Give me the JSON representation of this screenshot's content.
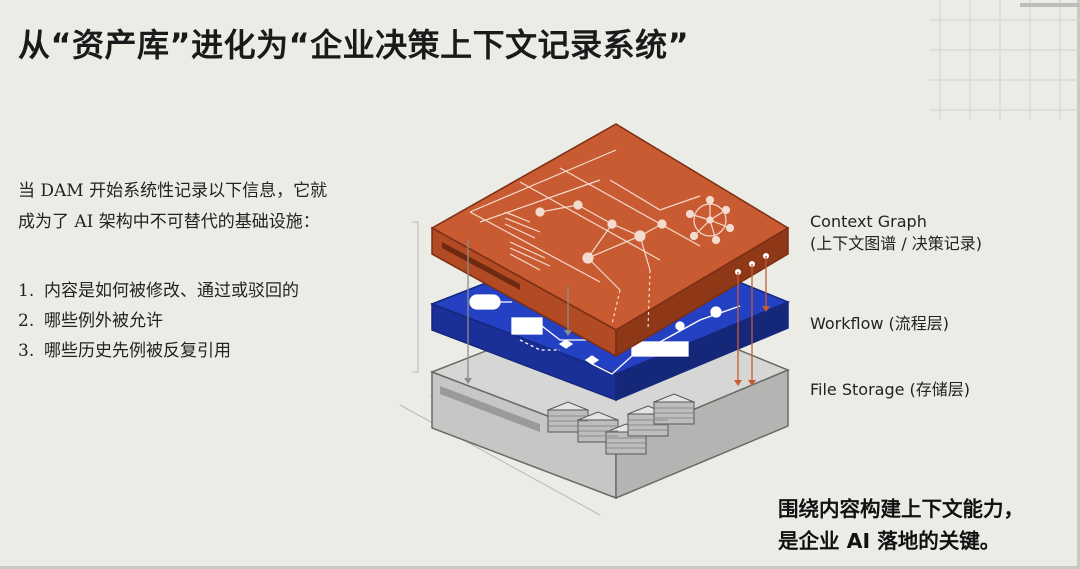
{
  "title": "从“资产库”进化为“企业决策上下文记录系统”",
  "intro": "当 DAM 开始系统性记录以下信息，它就成为了 AI 架构中不可替代的基础设施：",
  "list": [
    {
      "num": "1.",
      "text": "内容是如何被修改、通过或驳回的"
    },
    {
      "num": "2.",
      "text": "哪些例外被允许"
    },
    {
      "num": "3.",
      "text": "哪些历史先例被反复引用"
    }
  ],
  "layers": {
    "context": {
      "name": "Context Graph",
      "sub": "(上下文图谱 / 决策记录)"
    },
    "workflow": {
      "name": "Workflow (流程层)"
    },
    "storage": {
      "name": "File Storage (存储层)"
    }
  },
  "conclusion": {
    "line1": "围绕内容构建上下文能力，",
    "line2": "是企业 AI 落地的关键。"
  },
  "colors": {
    "context_top": "#c95b32",
    "workflow_top": "#1f3fbf",
    "storage_top": "#d4d5d2",
    "background": "#ecece7"
  }
}
